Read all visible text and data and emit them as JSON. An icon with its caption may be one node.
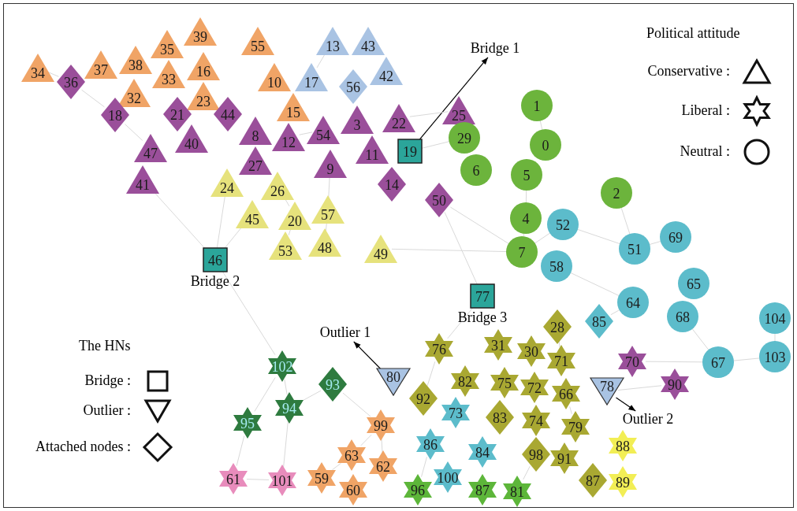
{
  "diagram": {
    "nodes": [
      {
        "text": [
          "34"
        ]
      },
      {
        "text": [
          "36"
        ]
      },
      {
        "text": [
          "37"
        ]
      },
      {
        "text": [
          "38"
        ]
      },
      {
        "text": [
          "35"
        ]
      },
      {
        "text": [
          "39"
        ]
      },
      {
        "text": [
          "33"
        ]
      },
      {
        "text": [
          "16"
        ]
      },
      {
        "text": [
          "32"
        ]
      },
      {
        "text": [
          "23"
        ]
      },
      {
        "text": [
          "55"
        ]
      },
      {
        "text": [
          "13"
        ]
      },
      {
        "text": [
          "43"
        ]
      },
      {
        "text": [
          "42"
        ]
      },
      {
        "text": [
          "17"
        ]
      },
      {
        "text": [
          "56"
        ]
      },
      {
        "text": [
          "10"
        ]
      },
      {
        "text": [
          "15"
        ]
      },
      {
        "text": [
          "Bridge 1"
        ]
      },
      {
        "text": [
          "18"
        ]
      },
      {
        "text": [
          "21"
        ]
      },
      {
        "text": [
          "44"
        ]
      },
      {
        "text": [
          "8"
        ]
      },
      {
        "text": [
          "27"
        ]
      },
      {
        "text": [
          "12"
        ]
      },
      {
        "text": [
          "54"
        ]
      },
      {
        "text": [
          "3"
        ]
      },
      {
        "text": [
          "11"
        ]
      },
      {
        "text": [
          "40"
        ]
      },
      {
        "text": [
          "47"
        ]
      },
      {
        "text": [
          "41"
        ]
      },
      {
        "text": [
          "9"
        ]
      },
      {
        "text": [
          "22"
        ]
      },
      {
        "text": [
          "25"
        ]
      },
      {
        "text": [
          "1"
        ]
      },
      {
        "text": [
          "19"
        ]
      },
      {
        "text": [
          "29"
        ]
      },
      {
        "text": [
          "0"
        ]
      },
      {
        "text": [
          "6"
        ]
      },
      {
        "text": [
          "5"
        ]
      },
      {
        "text": [
          "14"
        ]
      },
      {
        "text": [
          "50"
        ]
      },
      {
        "text": [
          "24"
        ]
      },
      {
        "text": [
          "26"
        ]
      },
      {
        "text": [
          "45"
        ]
      },
      {
        "text": [
          "20"
        ]
      },
      {
        "text": [
          "57"
        ]
      },
      {
        "text": [
          "2"
        ]
      },
      {
        "text": [
          "4"
        ]
      },
      {
        "text": [
          "53"
        ]
      },
      {
        "text": [
          "48"
        ]
      },
      {
        "text": [
          "49"
        ]
      },
      {
        "text": [
          "52"
        ]
      },
      {
        "text": [
          "7"
        ]
      },
      {
        "text": [
          "69"
        ]
      },
      {
        "text": [
          "51"
        ]
      },
      {
        "text": [
          "46"
        ],
        "beside": [
          "Bridge 2"
        ]
      },
      {
        "text": [
          "58"
        ]
      },
      {
        "text": [
          "65"
        ]
      },
      {
        "text": [
          "64"
        ]
      },
      {
        "text": [
          "77"
        ],
        "beside": [
          "Bridge 3"
        ]
      },
      {
        "text": [
          "68"
        ]
      },
      {
        "text": [
          "104"
        ]
      },
      {
        "text": [
          "103"
        ]
      },
      {
        "text": [
          "67"
        ]
      },
      {
        "text": [
          "28"
        ]
      },
      {
        "text": [
          "85"
        ]
      },
      {
        "text": [
          "Outlier 1"
        ]
      },
      {
        "text": [
          "76"
        ]
      },
      {
        "text": [
          "31"
        ]
      },
      {
        "text": [
          "30"
        ]
      },
      {
        "text": [
          "102"
        ]
      },
      {
        "text": [
          "71"
        ]
      },
      {
        "text": [
          "70"
        ]
      },
      {
        "text": [
          "80"
        ]
      },
      {
        "text": [
          "82"
        ]
      },
      {
        "text": [
          "75"
        ]
      },
      {
        "text": [
          "72"
        ]
      },
      {
        "text": [
          "66"
        ]
      },
      {
        "text": [
          "93"
        ]
      },
      {
        "text": [
          "92"
        ]
      },
      {
        "text": [
          "78"
        ]
      },
      {
        "text": [
          "90"
        ]
      },
      {
        "text": [
          "83"
        ]
      },
      {
        "text": [
          "74"
        ]
      },
      {
        "text": [
          "79"
        ]
      },
      {
        "text": [
          "73"
        ]
      },
      {
        "text": [
          "Outlier 2"
        ]
      },
      {
        "text": [
          "95"
        ]
      },
      {
        "text": [
          "94"
        ]
      },
      {
        "text": [
          "99"
        ]
      },
      {
        "text": [
          "91"
        ]
      },
      {
        "text": [
          "84"
        ]
      },
      {
        "text": [
          "86"
        ]
      },
      {
        "text": [
          "98"
        ]
      },
      {
        "text": [
          "100"
        ]
      },
      {
        "text": [
          "63"
        ]
      },
      {
        "text": [
          "87"
        ]
      },
      {
        "text": [
          "88"
        ]
      },
      {
        "text": [
          "62"
        ]
      },
      {
        "text": [
          "59"
        ]
      },
      {
        "text": [
          "61"
        ]
      },
      {
        "text": [
          "101"
        ]
      },
      {
        "text": [
          "60"
        ]
      },
      {
        "text": [
          "96"
        ]
      },
      {
        "text": [
          "87"
        ]
      },
      {
        "text": [
          "81"
        ]
      },
      {
        "text": [
          "89"
        ]
      }
    ],
    "edges": [
      {
        "from": 35,
        "to": 18,
        "arrow": "to",
        "color": "#000000"
      },
      {
        "from": 74,
        "to": 67,
        "arrow": "to",
        "color": "#000000"
      },
      {
        "from": 81,
        "to": 87,
        "arrow": "to",
        "color": "#000000"
      },
      {
        "from": 0,
        "to": 1,
        "arrow": "none"
      },
      {
        "from": 1,
        "to": 19,
        "arrow": "none"
      },
      {
        "from": 19,
        "to": 29,
        "arrow": "none"
      },
      {
        "from": 56,
        "to": 42,
        "arrow": "none"
      },
      {
        "from": 56,
        "to": 44,
        "arrow": "none"
      },
      {
        "from": 56,
        "to": 30,
        "arrow": "none"
      },
      {
        "from": 56,
        "to": 71,
        "arrow": "none"
      },
      {
        "from": 71,
        "to": 88,
        "arrow": "none"
      },
      {
        "from": 71,
        "to": 89,
        "arrow": "none"
      },
      {
        "from": 88,
        "to": 101,
        "arrow": "none"
      },
      {
        "from": 89,
        "to": 102,
        "arrow": "none"
      },
      {
        "from": 89,
        "to": 79,
        "arrow": "none"
      },
      {
        "from": 79,
        "to": 90,
        "arrow": "none"
      },
      {
        "from": 90,
        "to": 96,
        "arrow": "none"
      },
      {
        "from": 90,
        "to": 99,
        "arrow": "none"
      },
      {
        "from": 96,
        "to": 100,
        "arrow": "none"
      },
      {
        "from": 101,
        "to": 102,
        "arrow": "none"
      },
      {
        "from": 34,
        "to": 37,
        "arrow": "none"
      },
      {
        "from": 39,
        "to": 48,
        "arrow": "none"
      },
      {
        "from": 48,
        "to": 53,
        "arrow": "none"
      },
      {
        "from": 53,
        "to": 52,
        "arrow": "none"
      },
      {
        "from": 52,
        "to": 55,
        "arrow": "none"
      },
      {
        "from": 55,
        "to": 54,
        "arrow": "none"
      },
      {
        "from": 61,
        "to": 64,
        "arrow": "none"
      },
      {
        "from": 64,
        "to": 63,
        "arrow": "none"
      },
      {
        "from": 63,
        "to": 62,
        "arrow": "none"
      },
      {
        "from": 59,
        "to": 57,
        "arrow": "none"
      },
      {
        "from": 47,
        "to": 55,
        "arrow": "none"
      },
      {
        "from": 35,
        "to": 36,
        "arrow": "none"
      },
      {
        "from": 32,
        "to": 33,
        "arrow": "none"
      },
      {
        "from": 41,
        "to": 53,
        "arrow": "none"
      },
      {
        "from": 41,
        "to": 60,
        "arrow": "none"
      },
      {
        "from": 60,
        "to": 68,
        "arrow": "none"
      },
      {
        "from": 51,
        "to": 53,
        "arrow": "none"
      },
      {
        "from": 31,
        "to": 46,
        "arrow": "none"
      },
      {
        "from": 43,
        "to": 45,
        "arrow": "none"
      },
      {
        "from": 45,
        "to": 49,
        "arrow": "none"
      },
      {
        "from": 46,
        "to": 50,
        "arrow": "none"
      },
      {
        "from": 24,
        "to": 25,
        "arrow": "none"
      },
      {
        "from": 11,
        "to": 14,
        "arrow": "none"
      },
      {
        "from": 66,
        "to": 59,
        "arrow": "none"
      },
      {
        "from": 65,
        "to": 72,
        "arrow": "none"
      },
      {
        "from": 73,
        "to": 64,
        "arrow": "none"
      },
      {
        "from": 81,
        "to": 82,
        "arrow": "none"
      },
      {
        "from": 68,
        "to": 80,
        "arrow": "none"
      },
      {
        "from": 78,
        "to": 85,
        "arrow": "none"
      },
      {
        "from": 93,
        "to": 104,
        "arrow": "none"
      },
      {
        "from": 94,
        "to": 106,
        "arrow": "none"
      }
    ],
    "labels": [
      "Political attitude",
      "The HNs"
    ],
    "legend": [
      {
        "text": "Conservative :"
      },
      {
        "text": "Liberal :"
      },
      {
        "text": "Neutral :"
      },
      {
        "text": "Bridge :"
      },
      {
        "text": "Outlier :"
      },
      {
        "text": "Attached nodes :"
      }
    ]
  }
}
